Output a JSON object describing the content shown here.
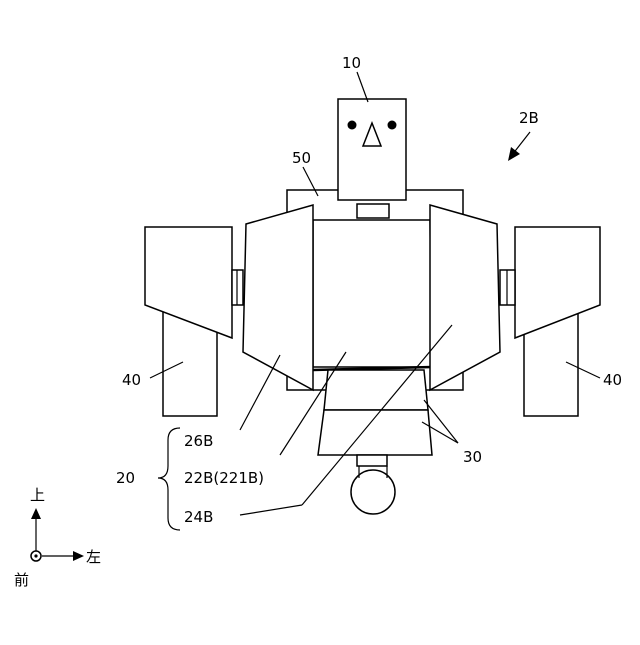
{
  "labels": {
    "head": "10",
    "robot": "2B",
    "frame": "50",
    "arm_left": "40",
    "arm_right": "40",
    "ref_26": "26B",
    "ref_22": "22B(221B)",
    "ref_24": "24B",
    "group": "20",
    "ref_30": "30"
  },
  "axes": {
    "up": "上",
    "left": "左",
    "front": "前"
  }
}
